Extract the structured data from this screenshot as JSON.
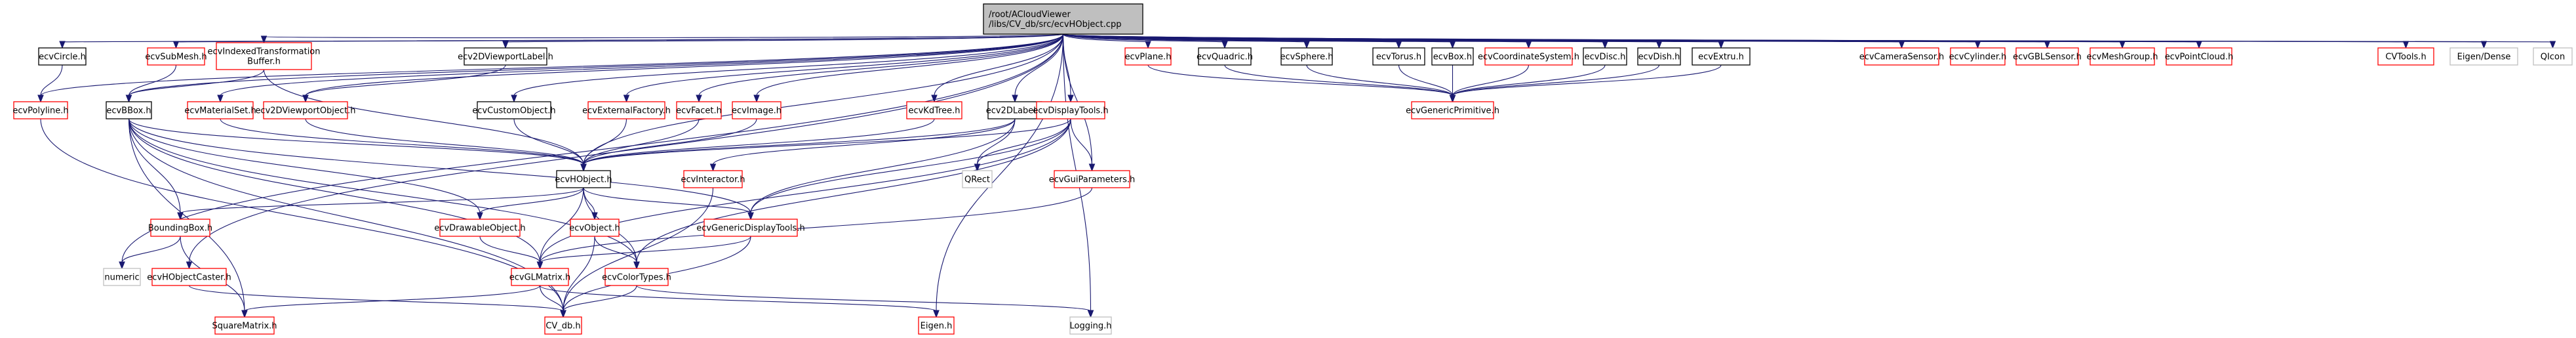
{
  "title": "/root/ACloudViewer/libs/CV_db/src/ecvHObject.cpp",
  "legend": {
    "root_fill": "#bfbfbf",
    "documented_border": "#000000",
    "truncated_border": "#ff0000",
    "external_border": "#bfbfbf",
    "edge_color": "#191970"
  },
  "nodes": [
    {
      "id": "root",
      "lines": [
        "/root/ACloudViewer",
        "/libs/CV_db/src/ecvHObject.cpp"
      ],
      "kind": "root"
    },
    {
      "id": "ecvCircle",
      "lines": [
        "ecvCircle.h"
      ],
      "kind": "documented"
    },
    {
      "id": "ecvSubMesh",
      "lines": [
        "ecvSubMesh.h"
      ],
      "kind": "truncated"
    },
    {
      "id": "ecvIndexedTransformationBuffer",
      "lines": [
        "ecvIndexedTransformation",
        "Buffer.h"
      ],
      "kind": "truncated"
    },
    {
      "id": "ecv2DViewportLabel",
      "lines": [
        "ecv2DViewportLabel.h"
      ],
      "kind": "documented"
    },
    {
      "id": "ecvPolyline",
      "lines": [
        "ecvPolyline.h"
      ],
      "kind": "truncated"
    },
    {
      "id": "ecvBBox",
      "lines": [
        "ecvBBox.h"
      ],
      "kind": "documented"
    },
    {
      "id": "ecvMaterialSet",
      "lines": [
        "ecvMaterialSet.h"
      ],
      "kind": "truncated"
    },
    {
      "id": "ecv2DViewportObject",
      "lines": [
        "ecv2DViewportObject.h"
      ],
      "kind": "truncated"
    },
    {
      "id": "ecvCustomObject",
      "lines": [
        "ecvCustomObject.h"
      ],
      "kind": "documented"
    },
    {
      "id": "ecvExternalFactory",
      "lines": [
        "ecvExternalFactory.h"
      ],
      "kind": "truncated"
    },
    {
      "id": "ecvFacet",
      "lines": [
        "ecvFacet.h"
      ],
      "kind": "truncated"
    },
    {
      "id": "ecvImage",
      "lines": [
        "ecvImage.h"
      ],
      "kind": "truncated"
    },
    {
      "id": "ecvKdTree",
      "lines": [
        "ecvKdTree.h"
      ],
      "kind": "truncated"
    },
    {
      "id": "ecv2DLabel",
      "lines": [
        "ecv2DLabel.h"
      ],
      "kind": "documented"
    },
    {
      "id": "ecvDisplayTools",
      "lines": [
        "ecvDisplayTools.h"
      ],
      "kind": "truncated"
    },
    {
      "id": "ecvPlane",
      "lines": [
        "ecvPlane.h"
      ],
      "kind": "truncated"
    },
    {
      "id": "ecvQuadric",
      "lines": [
        "ecvQuadric.h"
      ],
      "kind": "documented"
    },
    {
      "id": "ecvSphere",
      "lines": [
        "ecvSphere.h"
      ],
      "kind": "documented"
    },
    {
      "id": "ecvTorus",
      "lines": [
        "ecvTorus.h"
      ],
      "kind": "documented"
    },
    {
      "id": "ecvBox",
      "lines": [
        "ecvBox.h"
      ],
      "kind": "documented"
    },
    {
      "id": "ecvCoordinateSystem",
      "lines": [
        "ecvCoordinateSystem.h"
      ],
      "kind": "truncated"
    },
    {
      "id": "ecvDisc",
      "lines": [
        "ecvDisc.h"
      ],
      "kind": "documented"
    },
    {
      "id": "ecvDish",
      "lines": [
        "ecvDish.h"
      ],
      "kind": "documented"
    },
    {
      "id": "ecvExtru",
      "lines": [
        "ecvExtru.h"
      ],
      "kind": "documented"
    },
    {
      "id": "ecvCameraSensor",
      "lines": [
        "ecvCameraSensor.h"
      ],
      "kind": "truncated"
    },
    {
      "id": "ecvCylinder",
      "lines": [
        "ecvCylinder.h"
      ],
      "kind": "truncated"
    },
    {
      "id": "ecvGBLSensor",
      "lines": [
        "ecvGBLSensor.h"
      ],
      "kind": "truncated"
    },
    {
      "id": "ecvMeshGroup",
      "lines": [
        "ecvMeshGroup.h"
      ],
      "kind": "truncated"
    },
    {
      "id": "ecvPointCloud",
      "lines": [
        "ecvPointCloud.h"
      ],
      "kind": "truncated"
    },
    {
      "id": "CVTools",
      "lines": [
        "CVTools.h"
      ],
      "kind": "truncated"
    },
    {
      "id": "EigenDense",
      "lines": [
        "Eigen/Dense"
      ],
      "kind": "external"
    },
    {
      "id": "QIcon",
      "lines": [
        "QIcon"
      ],
      "kind": "external"
    },
    {
      "id": "ecvGenericPrimitive",
      "lines": [
        "ecvGenericPrimitive.h"
      ],
      "kind": "truncated"
    },
    {
      "id": "ecvHObject",
      "lines": [
        "ecvHObject.h"
      ],
      "kind": "documented"
    },
    {
      "id": "ecvInteractor",
      "lines": [
        "ecvInteractor.h"
      ],
      "kind": "truncated"
    },
    {
      "id": "QRect",
      "lines": [
        "QRect"
      ],
      "kind": "external"
    },
    {
      "id": "ecvGuiParameters",
      "lines": [
        "ecvGuiParameters.h"
      ],
      "kind": "truncated"
    },
    {
      "id": "BoundingBox",
      "lines": [
        "BoundingBox.h"
      ],
      "kind": "truncated"
    },
    {
      "id": "ecvDrawableObject",
      "lines": [
        "ecvDrawableObject.h"
      ],
      "kind": "truncated"
    },
    {
      "id": "ecvObject",
      "lines": [
        "ecvObject.h"
      ],
      "kind": "truncated"
    },
    {
      "id": "ecvGenericDisplayTools",
      "lines": [
        "ecvGenericDisplayTools.h"
      ],
      "kind": "truncated"
    },
    {
      "id": "numeric",
      "lines": [
        "numeric"
      ],
      "kind": "external"
    },
    {
      "id": "ecvHObjectCaster",
      "lines": [
        "ecvHObjectCaster.h"
      ],
      "kind": "truncated"
    },
    {
      "id": "ecvGLMatrix",
      "lines": [
        "ecvGLMatrix.h"
      ],
      "kind": "truncated"
    },
    {
      "id": "ecvColorTypes",
      "lines": [
        "ecvColorTypes.h"
      ],
      "kind": "truncated"
    },
    {
      "id": "SquareMatrix",
      "lines": [
        "SquareMatrix.h"
      ],
      "kind": "truncated"
    },
    {
      "id": "CV_db",
      "lines": [
        "CV_db.h"
      ],
      "kind": "truncated"
    },
    {
      "id": "Eigen",
      "lines": [
        "Eigen.h"
      ],
      "kind": "truncated"
    },
    {
      "id": "Logging",
      "lines": [
        "Logging.h"
      ],
      "kind": "external"
    }
  ],
  "edges": [
    [
      "root",
      "ecvCircle"
    ],
    [
      "root",
      "ecvSubMesh"
    ],
    [
      "root",
      "ecvIndexedTransformationBuffer"
    ],
    [
      "root",
      "ecv2DViewportLabel"
    ],
    [
      "root",
      "ecvPolyline"
    ],
    [
      "root",
      "ecvBBox"
    ],
    [
      "root",
      "ecvMaterialSet"
    ],
    [
      "root",
      "ecv2DViewportObject"
    ],
    [
      "root",
      "ecvCustomObject"
    ],
    [
      "root",
      "ecvExternalFactory"
    ],
    [
      "root",
      "ecvFacet"
    ],
    [
      "root",
      "ecvImage"
    ],
    [
      "root",
      "ecvKdTree"
    ],
    [
      "root",
      "ecv2DLabel"
    ],
    [
      "root",
      "ecvDisplayTools"
    ],
    [
      "root",
      "ecvPlane"
    ],
    [
      "root",
      "ecvQuadric"
    ],
    [
      "root",
      "ecvSphere"
    ],
    [
      "root",
      "ecvTorus"
    ],
    [
      "root",
      "ecvBox"
    ],
    [
      "root",
      "ecvCoordinateSystem"
    ],
    [
      "root",
      "ecvDisc"
    ],
    [
      "root",
      "ecvDish"
    ],
    [
      "root",
      "ecvExtru"
    ],
    [
      "root",
      "ecvCameraSensor"
    ],
    [
      "root",
      "ecvCylinder"
    ],
    [
      "root",
      "ecvGBLSensor"
    ],
    [
      "root",
      "ecvMeshGroup"
    ],
    [
      "root",
      "ecvPointCloud"
    ],
    [
      "root",
      "CVTools"
    ],
    [
      "root",
      "EigenDense"
    ],
    [
      "root",
      "QIcon"
    ],
    [
      "root",
      "ecvHObject"
    ],
    [
      "root",
      "numeric"
    ],
    [
      "root",
      "ecvHObjectCaster"
    ],
    [
      "root",
      "ecvGuiParameters"
    ],
    [
      "root",
      "Eigen"
    ],
    [
      "root",
      "Logging"
    ],
    [
      "ecvCircle",
      "ecvPolyline"
    ],
    [
      "ecvSubMesh",
      "ecvBBox"
    ],
    [
      "ecvIndexedTransformationBuffer",
      "ecvBBox"
    ],
    [
      "ecvIndexedTransformationBuffer",
      "ecvHObject"
    ],
    [
      "ecv2DViewportLabel",
      "ecv2DViewportObject"
    ],
    [
      "ecvPolyline",
      "CV_db"
    ],
    [
      "ecvBBox",
      "ecvHObject"
    ],
    [
      "ecvBBox",
      "BoundingBox"
    ],
    [
      "ecvBBox",
      "ecvDrawableObject"
    ],
    [
      "ecvBBox",
      "ecvGLMatrix"
    ],
    [
      "ecvBBox",
      "ecvColorTypes"
    ],
    [
      "ecvBBox",
      "SquareMatrix"
    ],
    [
      "ecvBBox",
      "CV_db"
    ],
    [
      "ecvBBox",
      "ecvGenericDisplayTools"
    ],
    [
      "ecvMaterialSet",
      "ecvHObject"
    ],
    [
      "ecv2DViewportObject",
      "ecvHObject"
    ],
    [
      "ecvCustomObject",
      "ecvHObject"
    ],
    [
      "ecvExternalFactory",
      "ecvHObject"
    ],
    [
      "ecvFacet",
      "ecvHObject"
    ],
    [
      "ecvImage",
      "ecvHObject"
    ],
    [
      "ecvKdTree",
      "ecvHObject"
    ],
    [
      "ecv2DLabel",
      "ecvHObject"
    ],
    [
      "ecv2DLabel",
      "ecvInteractor"
    ],
    [
      "ecv2DLabel",
      "QRect"
    ],
    [
      "ecv2DLabel",
      "ecvGenericDisplayTools"
    ],
    [
      "ecvDisplayTools",
      "ecvHObject"
    ],
    [
      "ecvDisplayTools",
      "QRect"
    ],
    [
      "ecvDisplayTools",
      "ecvGuiParameters"
    ],
    [
      "ecvDisplayTools",
      "ecvGenericDisplayTools"
    ],
    [
      "ecvDisplayTools",
      "ecvGLMatrix"
    ],
    [
      "ecvDisplayTools",
      "ecvColorTypes"
    ],
    [
      "ecvPlane",
      "ecvGenericPrimitive"
    ],
    [
      "ecvQuadric",
      "ecvGenericPrimitive"
    ],
    [
      "ecvSphere",
      "ecvGenericPrimitive"
    ],
    [
      "ecvTorus",
      "ecvGenericPrimitive"
    ],
    [
      "ecvBox",
      "ecvGenericPrimitive"
    ],
    [
      "ecvCoordinateSystem",
      "ecvGenericPrimitive"
    ],
    [
      "ecvDisc",
      "ecvGenericPrimitive"
    ],
    [
      "ecvDish",
      "ecvGenericPrimitive"
    ],
    [
      "ecvExtru",
      "ecvGenericPrimitive"
    ],
    [
      "ecvHObject",
      "BoundingBox"
    ],
    [
      "ecvHObject",
      "ecvDrawableObject"
    ],
    [
      "ecvHObject",
      "ecvObject"
    ],
    [
      "ecvHObject",
      "ecvGLMatrix"
    ],
    [
      "ecvHObject",
      "ecvColorTypes"
    ],
    [
      "ecvHObject",
      "ecvGenericDisplayTools"
    ],
    [
      "ecvInteractor",
      "CV_db"
    ],
    [
      "ecvGuiParameters",
      "ecvGLMatrix"
    ],
    [
      "BoundingBox",
      "numeric"
    ],
    [
      "BoundingBox",
      "SquareMatrix"
    ],
    [
      "ecvDrawableObject",
      "ecvGLMatrix"
    ],
    [
      "ecvObject",
      "CV_db"
    ],
    [
      "ecvObject",
      "ecvColorTypes"
    ],
    [
      "ecvGenericDisplayTools",
      "ecvGLMatrix"
    ],
    [
      "ecvGenericDisplayTools",
      "CV_db"
    ],
    [
      "ecvHObjectCaster",
      "CV_db"
    ],
    [
      "ecvGLMatrix",
      "CV_db"
    ],
    [
      "ecvGLMatrix",
      "SquareMatrix"
    ],
    [
      "ecvGLMatrix",
      "Eigen"
    ],
    [
      "ecvColorTypes",
      "CV_db"
    ],
    [
      "ecvColorTypes",
      "Logging"
    ]
  ]
}
